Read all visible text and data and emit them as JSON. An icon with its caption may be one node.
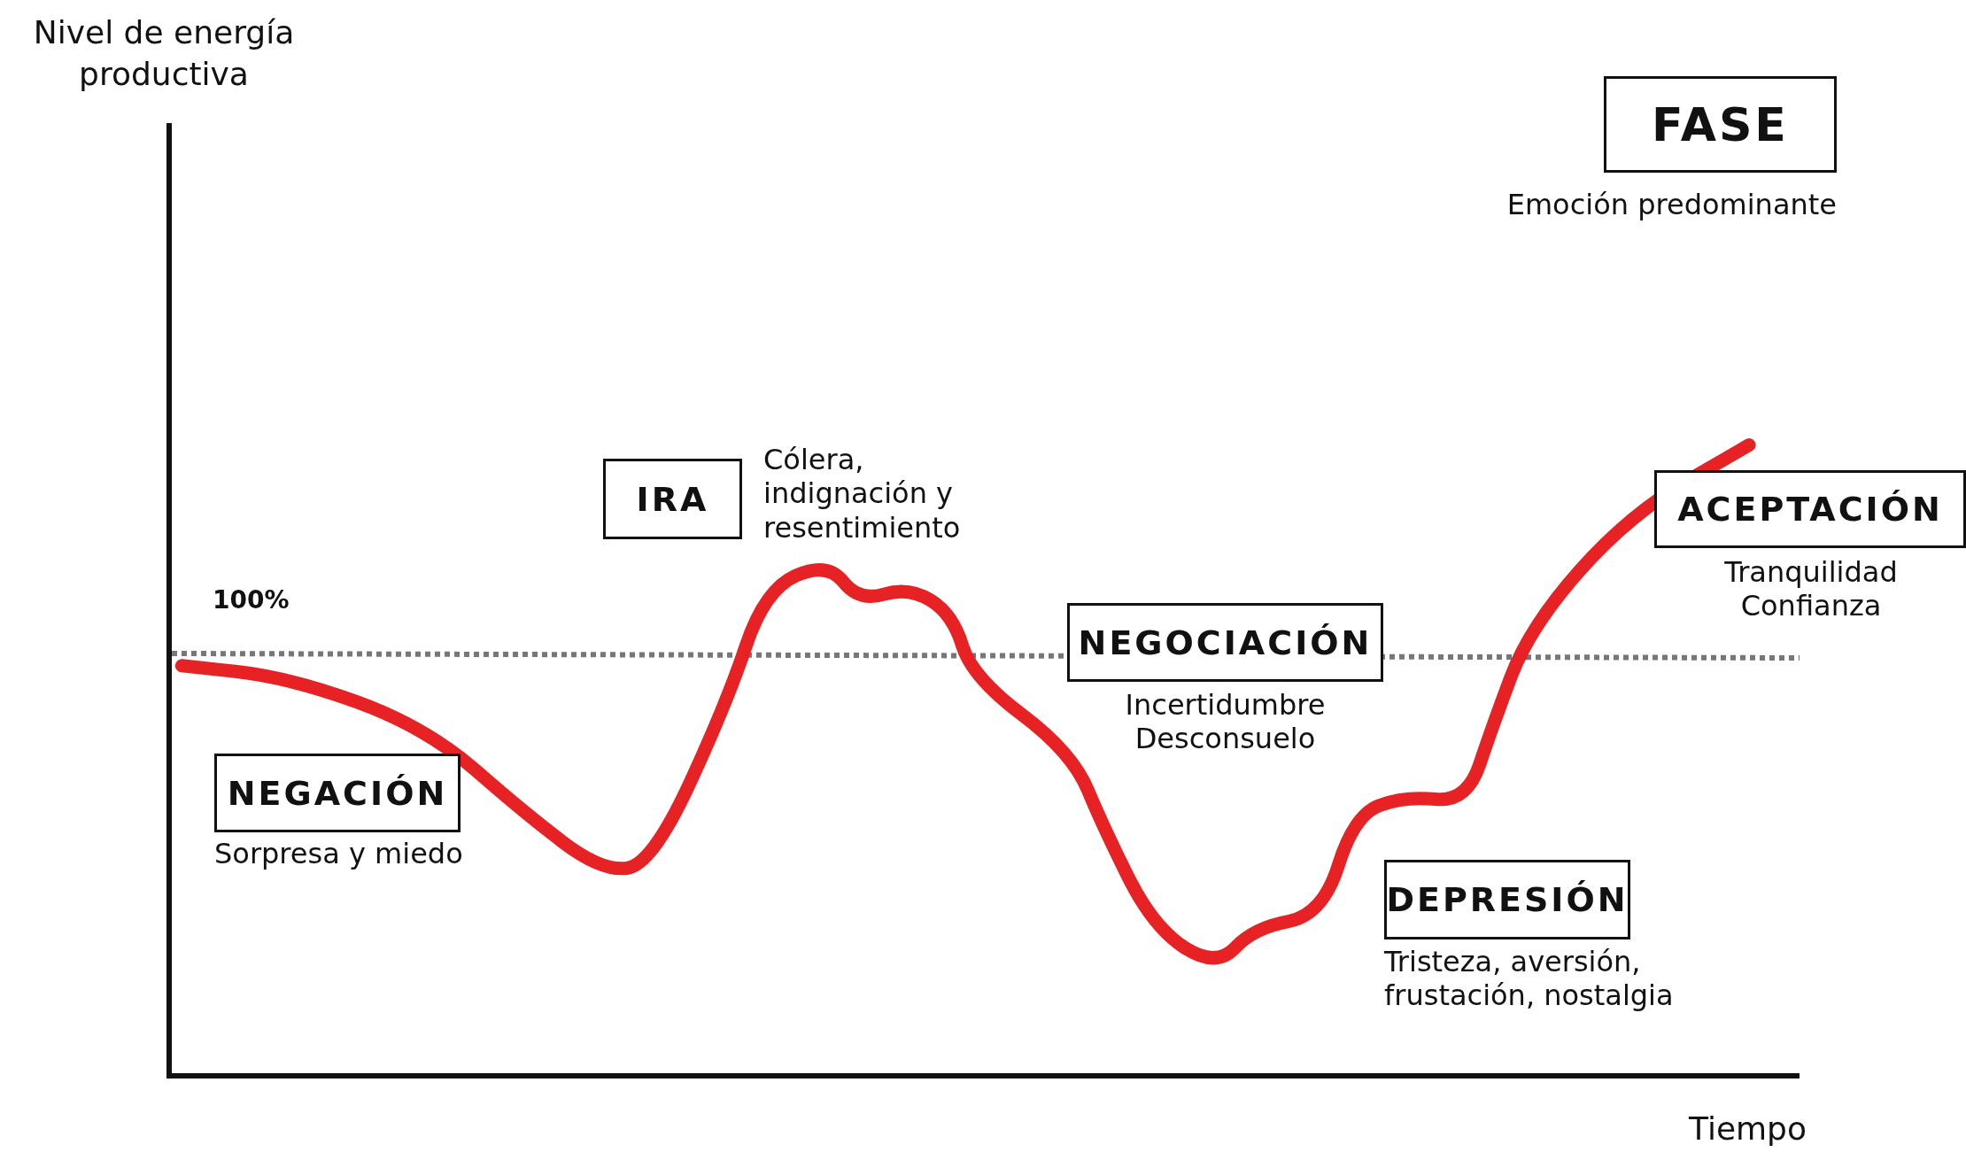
{
  "diagram": {
    "nodes": [
      {
        "text": [
          "FASE"
        ],
        "beside": [
          "Emoción predominante"
        ]
      },
      {
        "text": [
          "IRA"
        ],
        "beside": [
          "Cólera, indignación y resentimiento"
        ]
      },
      {
        "text": [
          "NEGOCIACIÓN"
        ],
        "beside": [
          "Incertidumbre Desconsuelo"
        ]
      },
      {
        "text": [
          "ACEPTACIÓN"
        ],
        "beside": [
          "Tranquilidad Confianza"
        ]
      },
      {
        "text": [
          "NEGACIÓN"
        ],
        "beside": [
          "Sorpresa y miedo"
        ]
      },
      {
        "text": [
          "DEPRESIÓN"
        ],
        "beside": [
          "Tristeza, aversión, frustación, nostalgia"
        ]
      }
    ],
    "edges": [],
    "labels": [
      "Nivel de energía productiva",
      "100%",
      "Tiempo"
    ]
  }
}
